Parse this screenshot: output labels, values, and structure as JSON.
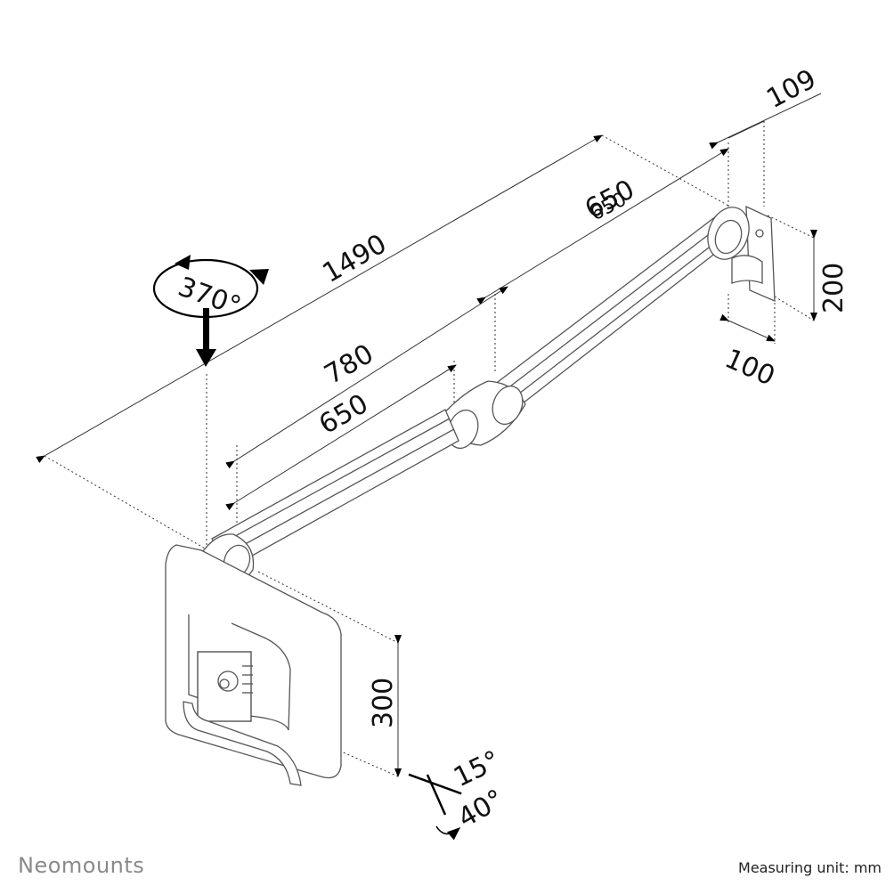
{
  "brand": "Neomounts",
  "measuring_unit": "Measuring unit: mm",
  "dimensions": {
    "total_reach": "1490",
    "first_arm_outer": "650",
    "first_arm_outer_overlap": "650",
    "mid_reach": "780",
    "last_arm": "650",
    "wall_offset": "109",
    "wall_plate_height": "200",
    "wall_plate_depth": "100",
    "screen_height": "300"
  },
  "angles": {
    "rotation": "370°",
    "tilt": "15°",
    "swivel": "40°"
  },
  "icons": [
    "rotation-arrow-icon",
    "down-arrow-icon",
    "tilt-swivel-arrows-icon"
  ]
}
